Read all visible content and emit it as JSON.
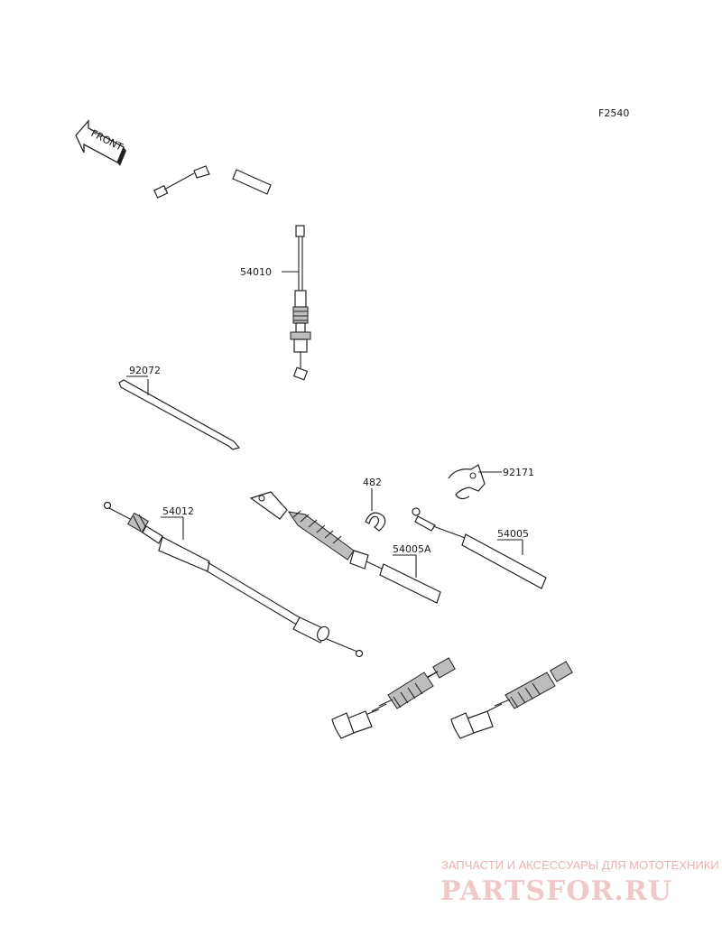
{
  "figure_code": "F2540",
  "front_arrow": {
    "label": "FRONT"
  },
  "callouts": [
    {
      "id": "c-54010",
      "text": "54010"
    },
    {
      "id": "c-92072",
      "text": "92072"
    },
    {
      "id": "c-54012",
      "text": "54012"
    },
    {
      "id": "c-482",
      "text": "482"
    },
    {
      "id": "c-92171",
      "text": "92171"
    },
    {
      "id": "c-54005A",
      "text": "54005A"
    },
    {
      "id": "c-54005",
      "text": "54005"
    }
  ],
  "watermark": {
    "tagline": "ЗАПЧАСТИ И АКСЕССУАРЫ ДЛЯ МОТОТЕХНИКИ",
    "brand": "PARTSFOR.RU"
  }
}
